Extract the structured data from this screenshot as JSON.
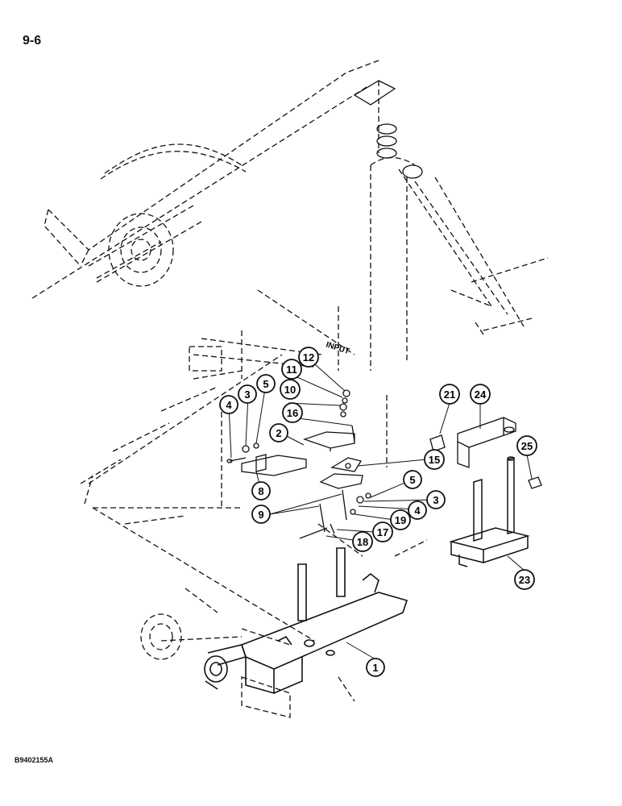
{
  "page_number": "9-6",
  "figure_code": "B9402155A",
  "input_label": "INPUT",
  "callouts": [
    "1",
    "2",
    "3",
    "3",
    "4",
    "4",
    "5",
    "5",
    "8",
    "9",
    "10",
    "11",
    "12",
    "15",
    "16",
    "17",
    "18",
    "19",
    "21",
    "23",
    "24",
    "25"
  ]
}
